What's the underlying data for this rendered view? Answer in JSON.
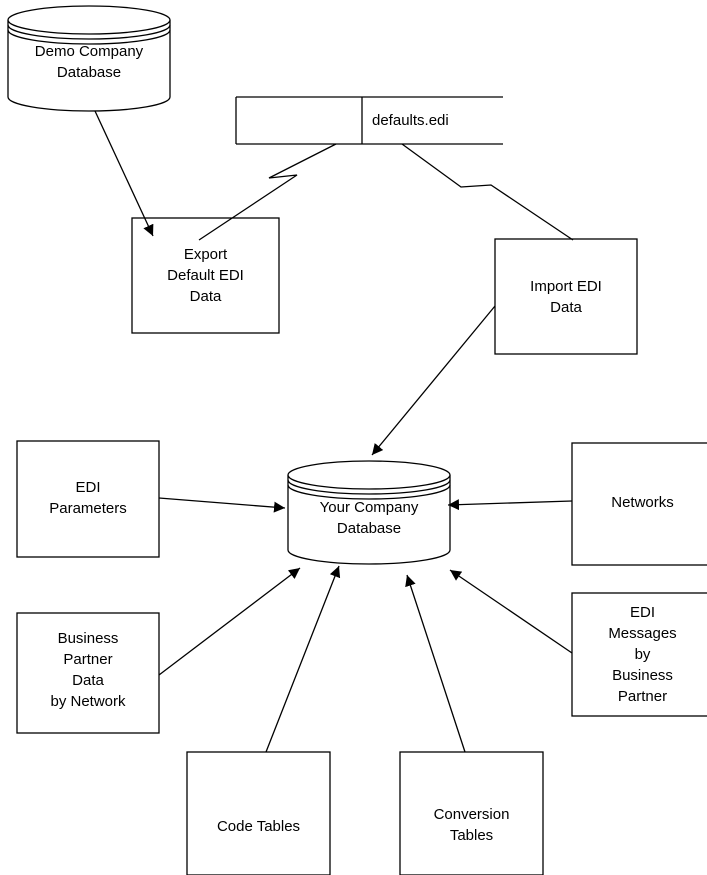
{
  "nodes": {
    "demo_db": {
      "lines": [
        "Demo Company",
        "Database"
      ]
    },
    "defaults_file": {
      "label": "defaults.edi"
    },
    "export": {
      "lines": [
        "Export",
        "Default EDI",
        "Data"
      ]
    },
    "import": {
      "lines": [
        "Import EDI",
        "Data"
      ]
    },
    "your_db": {
      "lines": [
        "Your Company",
        "Database"
      ]
    },
    "edi_params": {
      "lines": [
        "EDI",
        "Parameters"
      ]
    },
    "networks": {
      "lines": [
        "Networks"
      ]
    },
    "bp_data": {
      "lines": [
        "Business",
        "Partner",
        "Data",
        "by Network"
      ]
    },
    "edi_messages": {
      "lines": [
        "EDI",
        "Messages",
        "by",
        "Business",
        "Partner"
      ]
    },
    "code_tables": {
      "lines": [
        "Code Tables"
      ]
    },
    "conversion_tables": {
      "lines": [
        "Conversion",
        "Tables"
      ]
    }
  }
}
